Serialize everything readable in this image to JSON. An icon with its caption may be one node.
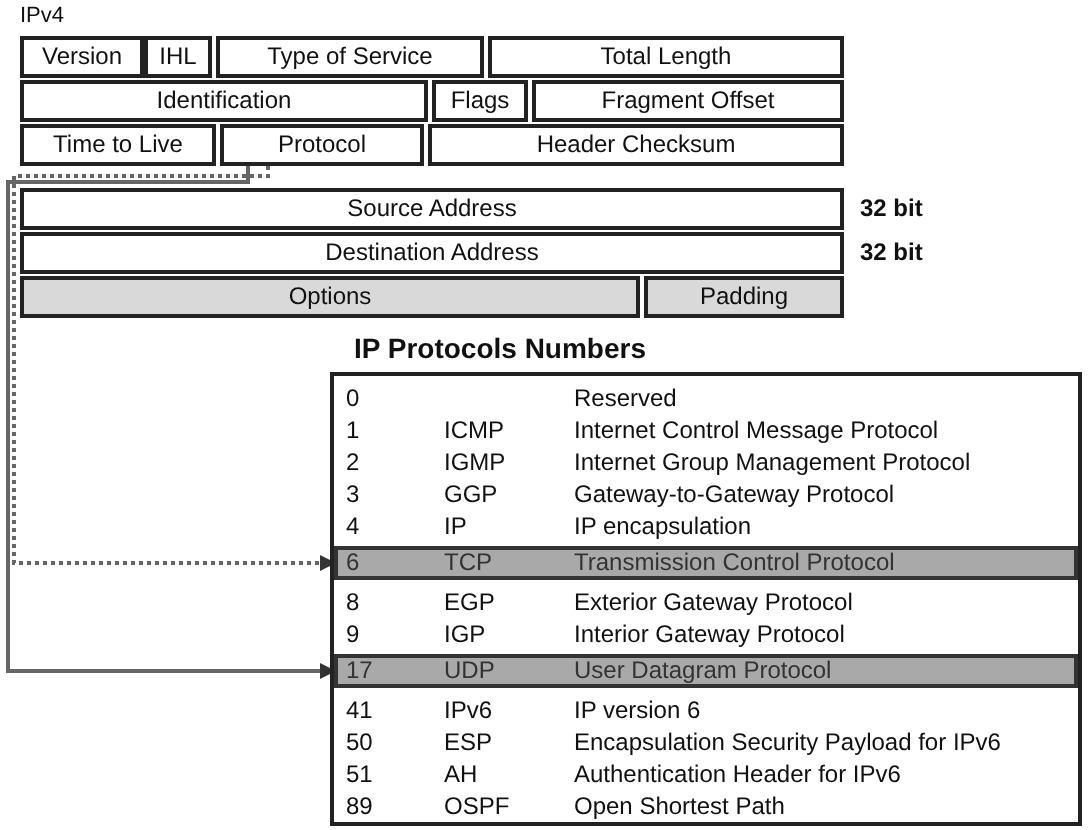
{
  "diagram": {
    "title": "IPv4",
    "nodes": [
      {
        "text": [
          "Version"
        ]
      },
      {
        "text": [
          "IHL"
        ]
      },
      {
        "text": [
          "Type of Service"
        ]
      },
      {
        "text": [
          "Total Length"
        ]
      },
      {
        "text": [
          "Identification"
        ]
      },
      {
        "text": [
          "Flags"
        ]
      },
      {
        "text": [
          "Fragment Offset"
        ]
      },
      {
        "text": [
          "Time to Live"
        ]
      },
      {
        "text": [
          "Protocol"
        ]
      },
      {
        "text": [
          "Header Checksum"
        ]
      },
      {
        "text": [
          "Source Address"
        ],
        "beside": [
          "32 bit"
        ]
      },
      {
        "text": [
          "Destination Address"
        ],
        "beside": [
          "32 bit"
        ]
      },
      {
        "text": [
          "Options"
        ]
      },
      {
        "text": [
          "Padding"
        ]
      },
      {
        "text": [
          "IP Protocols Numbers"
        ]
      },
      {
        "text": [
          "6",
          "TCP",
          "Transmission Control Protocol"
        ],
        "in": 14
      },
      {
        "text": [
          "17",
          "UDP",
          "User Datagram Protocol"
        ],
        "in": 14
      }
    ],
    "edges": [
      {
        "from": 8,
        "to": 15,
        "arrow": "to",
        "style": "dashed"
      },
      {
        "from": 8,
        "to": 16,
        "arrow": "to"
      }
    ],
    "labels": [
      "0",
      "Reserved",
      "1",
      "ICMP",
      "Internet Control Message Protocol",
      "2",
      "IGMP",
      "Internet Group Management Protocol",
      "3",
      "GGP",
      "Gateway-to-Gateway Protocol",
      "4",
      "IP",
      "IP encapsulation",
      "8",
      "EGP",
      "Exterior Gateway Protocol",
      "9",
      "IGP",
      "Interior Gateway Protocol",
      "41",
      "IPv6",
      "IP version 6",
      "50",
      "ESP",
      "Encapsulation Security Payload for IPv6",
      "51",
      "AH",
      "Authentication Header for IPv6",
      "89",
      "OSPF",
      "Open Shortest Path"
    ]
  }
}
